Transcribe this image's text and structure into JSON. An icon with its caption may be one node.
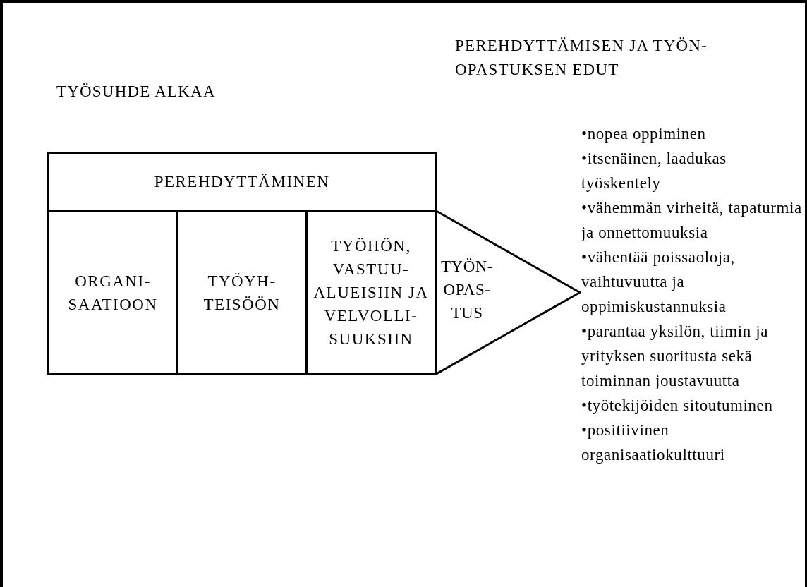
{
  "diagram": {
    "nodes": [
      {
        "text": [
          "PEREHDYTTÄMINEN"
        ]
      },
      {
        "text": [
          "ORGANI- SAATIOON"
        ]
      },
      {
        "text": [
          "TYÖYH- TEISÖÖN"
        ]
      },
      {
        "text": [
          "TYÖHÖN, VASTUU- ALUEISIIN JA VELVOLLI- SUUKSIIN"
        ]
      },
      {
        "text": [
          "TYÖN- OPAS- TUS"
        ]
      }
    ],
    "labels": [
      "TYÖSUHDE ALKAA",
      "PEREHDYTTÄMISEN JA TYÖN- OPASTUKSEN EDUT",
      "•nopea oppiminen",
      "•itsenäinen, laadukas työskentely",
      "•vähemmän virheitä, tapaturmia ja onnettomuuksia",
      "•vähentää poissaoloja, vaihtuvuutta ja oppimiskustannuksia",
      "•parantaa yksilön, tiimin ja yrityksen suoritusta sekä toiminnan joustavuutta",
      "•työtekijöiden sitoutuminen",
      "•positiivinen organisaatiokulttuuri"
    ]
  }
}
